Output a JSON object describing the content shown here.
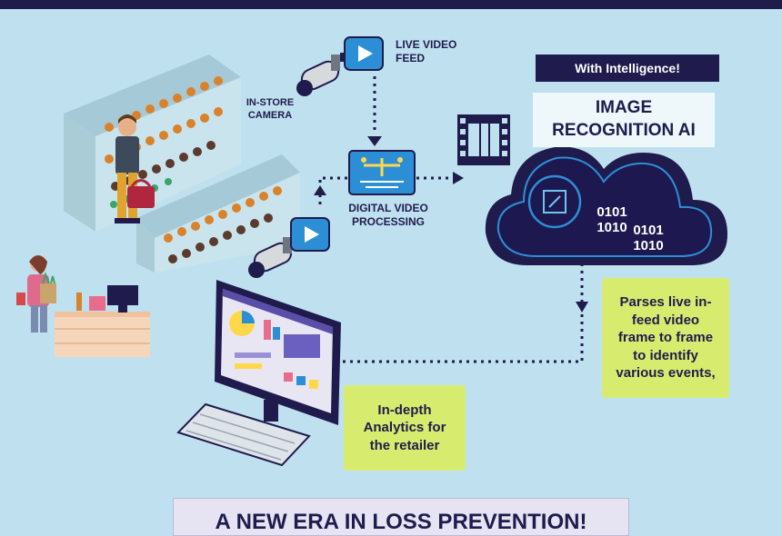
{
  "labels": {
    "live_video_feed": "LIVE VIDEO\nFEED",
    "in_store_camera": "IN-STORE\nCAMERA",
    "digital_video_processing": "DIGITAL VIDEO\nPROCESSING",
    "with_intelligence": "With Intelligence!",
    "image_recognition_ai": "IMAGE\nRECOGNITION AI",
    "parses_text": "Parses live in-\nfeed video\nframe to frame\nto identify\nvarious events,",
    "analytics_text": "In-depth\nAnalytics for\nthe retailer",
    "binary_1": "0101\n1010",
    "binary_2": "0101\n1010",
    "banner": "A NEW ERA IN LOSS PREVENTION!"
  },
  "colors": {
    "background": "#bfe1ef",
    "navy": "#1f1b4d",
    "green_box": "#d7ec6e",
    "play_blue": "#2c8fd6"
  }
}
